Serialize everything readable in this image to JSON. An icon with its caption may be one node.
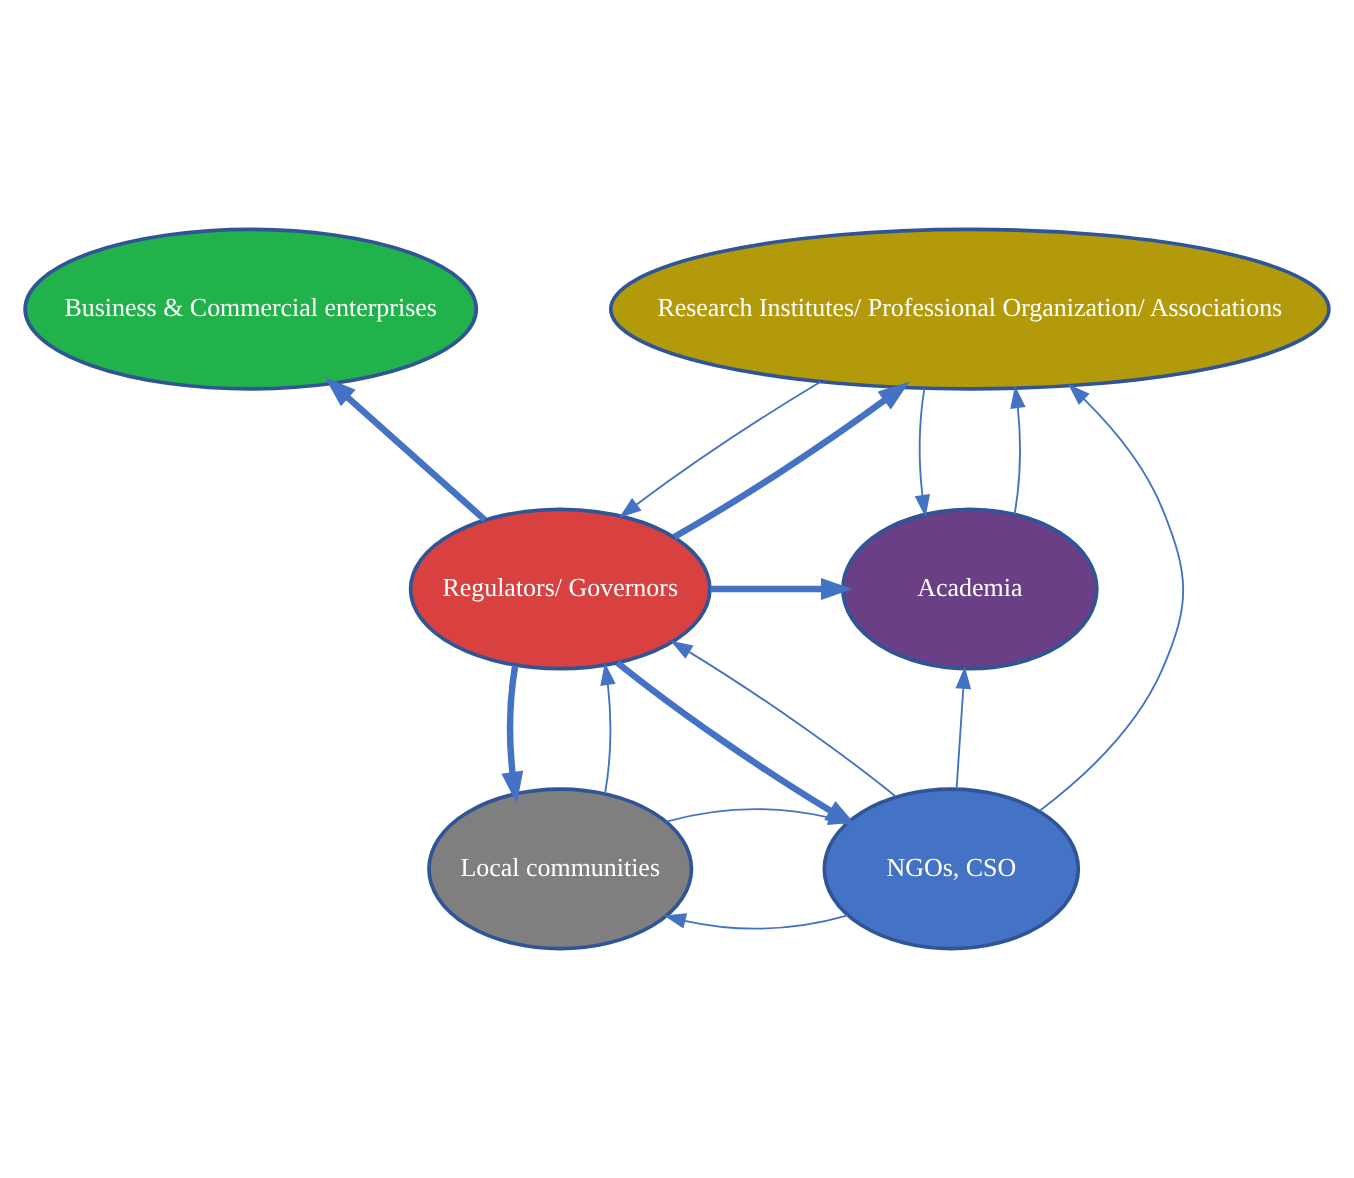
{
  "diagram": {
    "nodes": [
      {
        "text": [
          "Business & Commercial enterprises"
        ]
      },
      {
        "text": [
          "Research Institutes/ Professional Organization/ Associations"
        ]
      },
      {
        "text": [
          "Regulators/ Governors"
        ]
      },
      {
        "text": [
          "Academia"
        ]
      },
      {
        "text": [
          "Local communities"
        ]
      },
      {
        "text": [
          "NGOs, CSO"
        ]
      }
    ],
    "edges": [
      {
        "from": 2,
        "to": 0,
        "arrow": "to",
        "style": "thick"
      },
      {
        "from": 2,
        "to": 1,
        "arrow": "to",
        "style": "thick"
      },
      {
        "from": 1,
        "to": 2,
        "arrow": "to"
      },
      {
        "from": 2,
        "to": 3,
        "arrow": "to",
        "style": "thick"
      },
      {
        "from": 1,
        "to": 3,
        "arrow": "to"
      },
      {
        "from": 3,
        "to": 1,
        "arrow": "to"
      },
      {
        "from": 2,
        "to": 4,
        "arrow": "to",
        "style": "thick"
      },
      {
        "from": 4,
        "to": 2,
        "arrow": "to"
      },
      {
        "from": 2,
        "to": 5,
        "arrow": "to",
        "style": "thick"
      },
      {
        "from": 5,
        "to": 2,
        "arrow": "to"
      },
      {
        "from": 5,
        "to": 4,
        "arrow": "to"
      },
      {
        "from": 4,
        "to": 5,
        "arrow": "to"
      },
      {
        "from": 5,
        "to": 3,
        "arrow": "to"
      },
      {
        "from": 5,
        "to": 1,
        "arrow": "to"
      }
    ]
  }
}
